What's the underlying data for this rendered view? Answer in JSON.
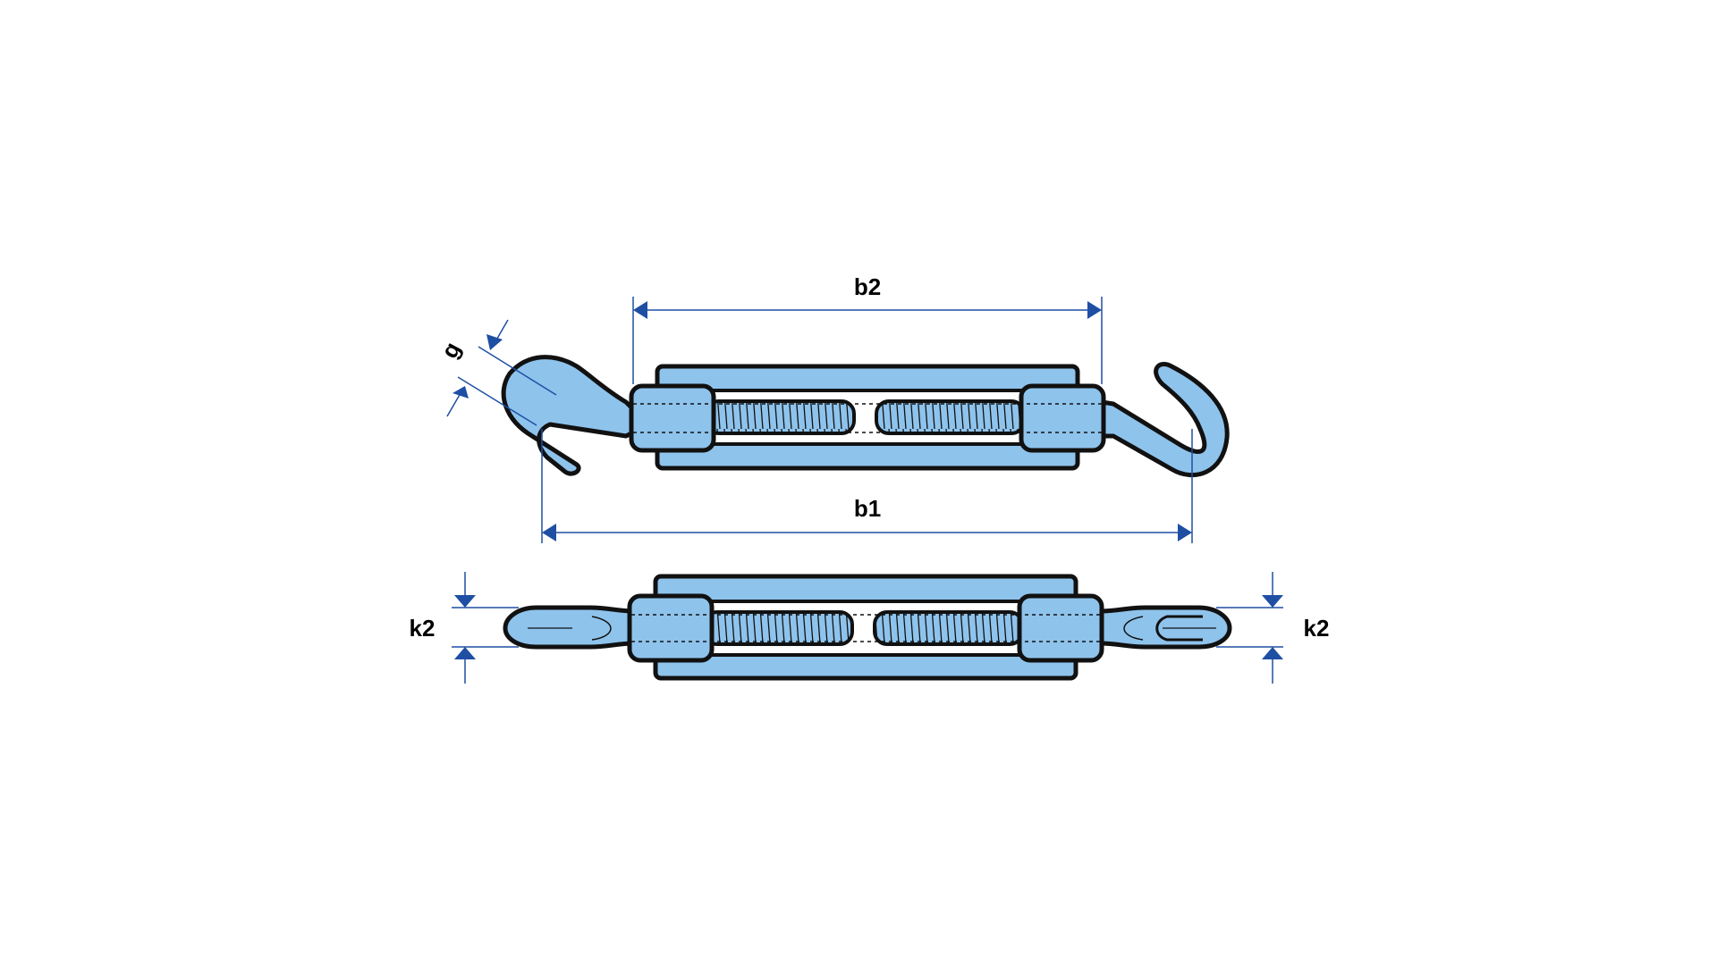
{
  "labels": {
    "b2": "b2",
    "b1": "b1",
    "g": "g",
    "k2_left": "k2",
    "k2_right": "k2"
  },
  "colors": {
    "fill": "#8EC3EC",
    "outline": "#111111",
    "dimension": "#1E4FA3",
    "background": "#FFFFFF"
  }
}
